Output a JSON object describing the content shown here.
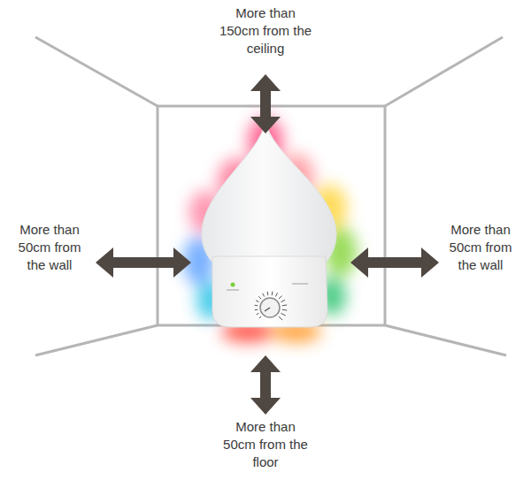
{
  "diagram": {
    "labels": [
      "More than 150cm from the ceiling",
      "More than 50cm from the wall",
      "More than 50cm from the wall",
      "More than 50cm from the floor"
    ]
  }
}
